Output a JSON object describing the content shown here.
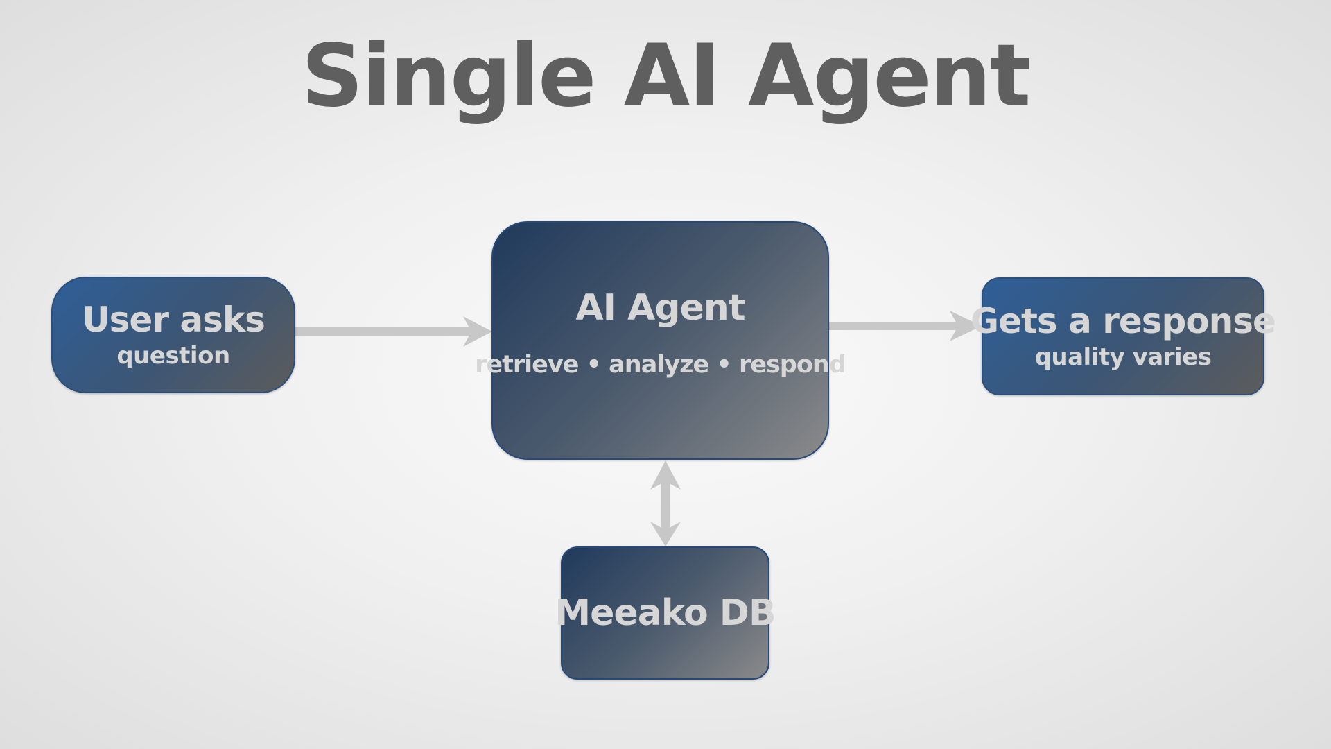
{
  "title": "Single AI Agent",
  "nodes": {
    "user": {
      "label": "User asks",
      "sublabel": "question"
    },
    "agent": {
      "label": "AI Agent",
      "sublabel": "retrieve • analyze • respond"
    },
    "response": {
      "label": "Gets a response",
      "sublabel": "quality varies"
    },
    "db": {
      "label": "Meeako DB"
    }
  },
  "colors": {
    "title": "#5f5f5f",
    "node_text": "#d6d6d6",
    "arrow": "#c8c8c8",
    "node_blue": "#2e5f98",
    "node_dark": "#203a5c"
  }
}
